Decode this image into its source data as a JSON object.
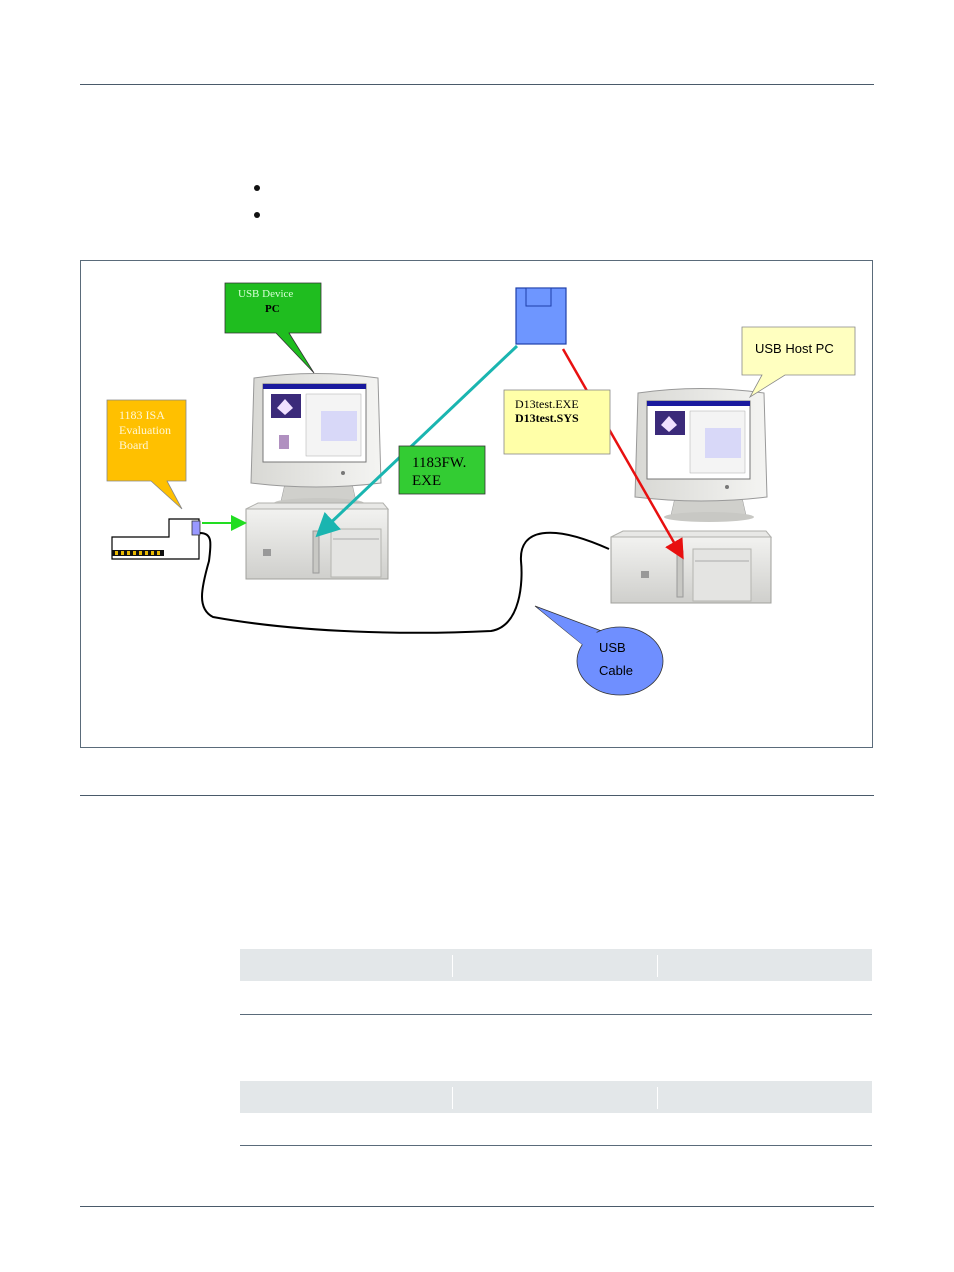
{
  "figure": {
    "callouts": {
      "usb_device_pc": {
        "line1": "USB Device",
        "line2": "PC",
        "fill": "#1fbd1f"
      },
      "usb_host_pc": {
        "label": "USB Host PC",
        "fill": "#ffffc0"
      },
      "isa_board": {
        "line1": "1183 ISA",
        "line2": "Evaluation",
        "line3": "Board",
        "fill": "#ffc000"
      },
      "firmware_file": {
        "line1": "1183FW.",
        "line2": "EXE",
        "fill": "#33cc33"
      },
      "driver_files": {
        "line1": "D13test.EXE",
        "line2": "D13test.SYS",
        "fill": "#ffffa8"
      },
      "usb_cable": {
        "line1": "USB",
        "line2": "Cable",
        "fill": "#6f8fff"
      }
    },
    "colors": {
      "teal_arrow": "#1ab5b0",
      "red_arrow": "#e81010",
      "green_arrow": "#22dd22",
      "floppy": "#6e96ff"
    }
  }
}
